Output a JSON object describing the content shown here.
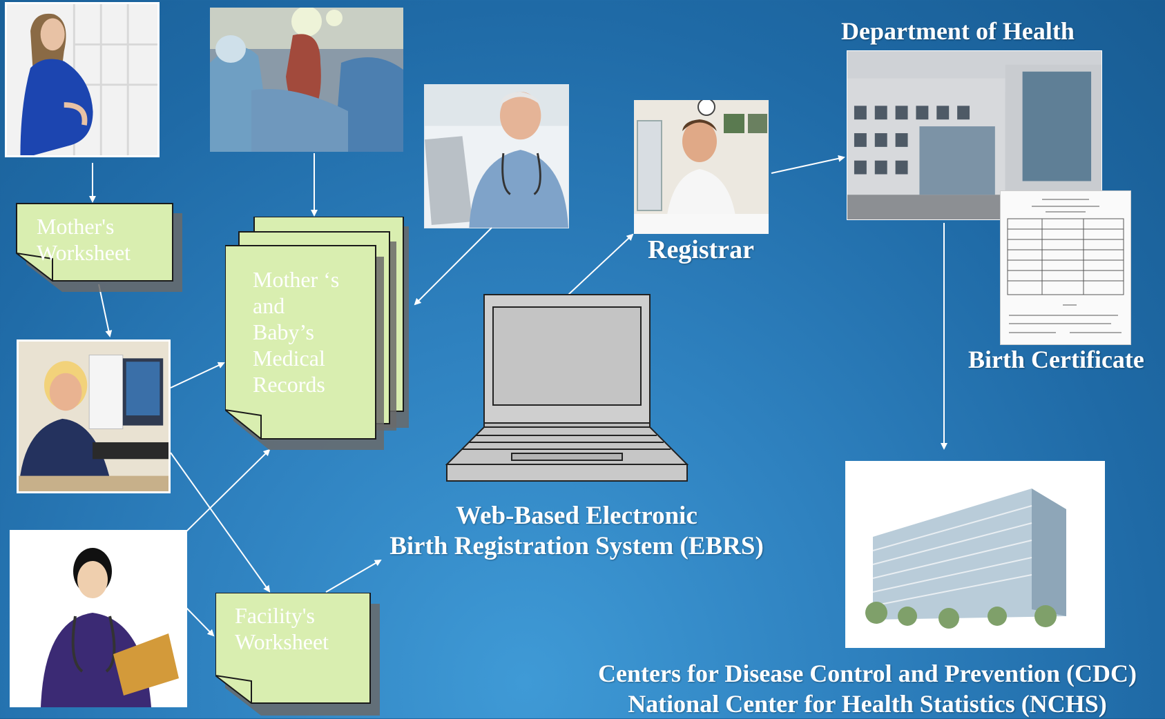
{
  "nodes": {
    "mothers_worksheet": {
      "line1": "Mother's",
      "line2": "Worksheet"
    },
    "medical_records": {
      "lines": [
        "Mother ‘s",
        "and",
        "Baby’s",
        "Medical",
        "Records"
      ]
    },
    "facility_worksheet": {
      "line1": "Facility's",
      "line2": "Worksheet"
    },
    "registrar": "Registrar",
    "department_of_health": "Department of Health",
    "birth_certificate": "Birth Certificate",
    "ebrs": {
      "line1": "Web-Based Electronic",
      "line2": "Birth Registration System (EBRS)"
    },
    "cdc": {
      "line1": "Centers for Disease Control and Prevention (CDC)",
      "line2": "National Center for Health Statistics (NCHS)"
    }
  },
  "colors": {
    "note_fill": "#d9eeb0",
    "note_border": "#1a1a1a",
    "arrow": "#ffffff",
    "background": "#2a78b8"
  },
  "icons": [
    "pregnant-woman-photo",
    "delivery-room-photo",
    "doctor-at-computer-photo",
    "registrar-photo",
    "clerk-at-computer-photo",
    "nurse-with-clipboard-photo",
    "health-department-building-photo",
    "cdc-building-photo",
    "birth-certificate-document",
    "laptop-icon"
  ]
}
